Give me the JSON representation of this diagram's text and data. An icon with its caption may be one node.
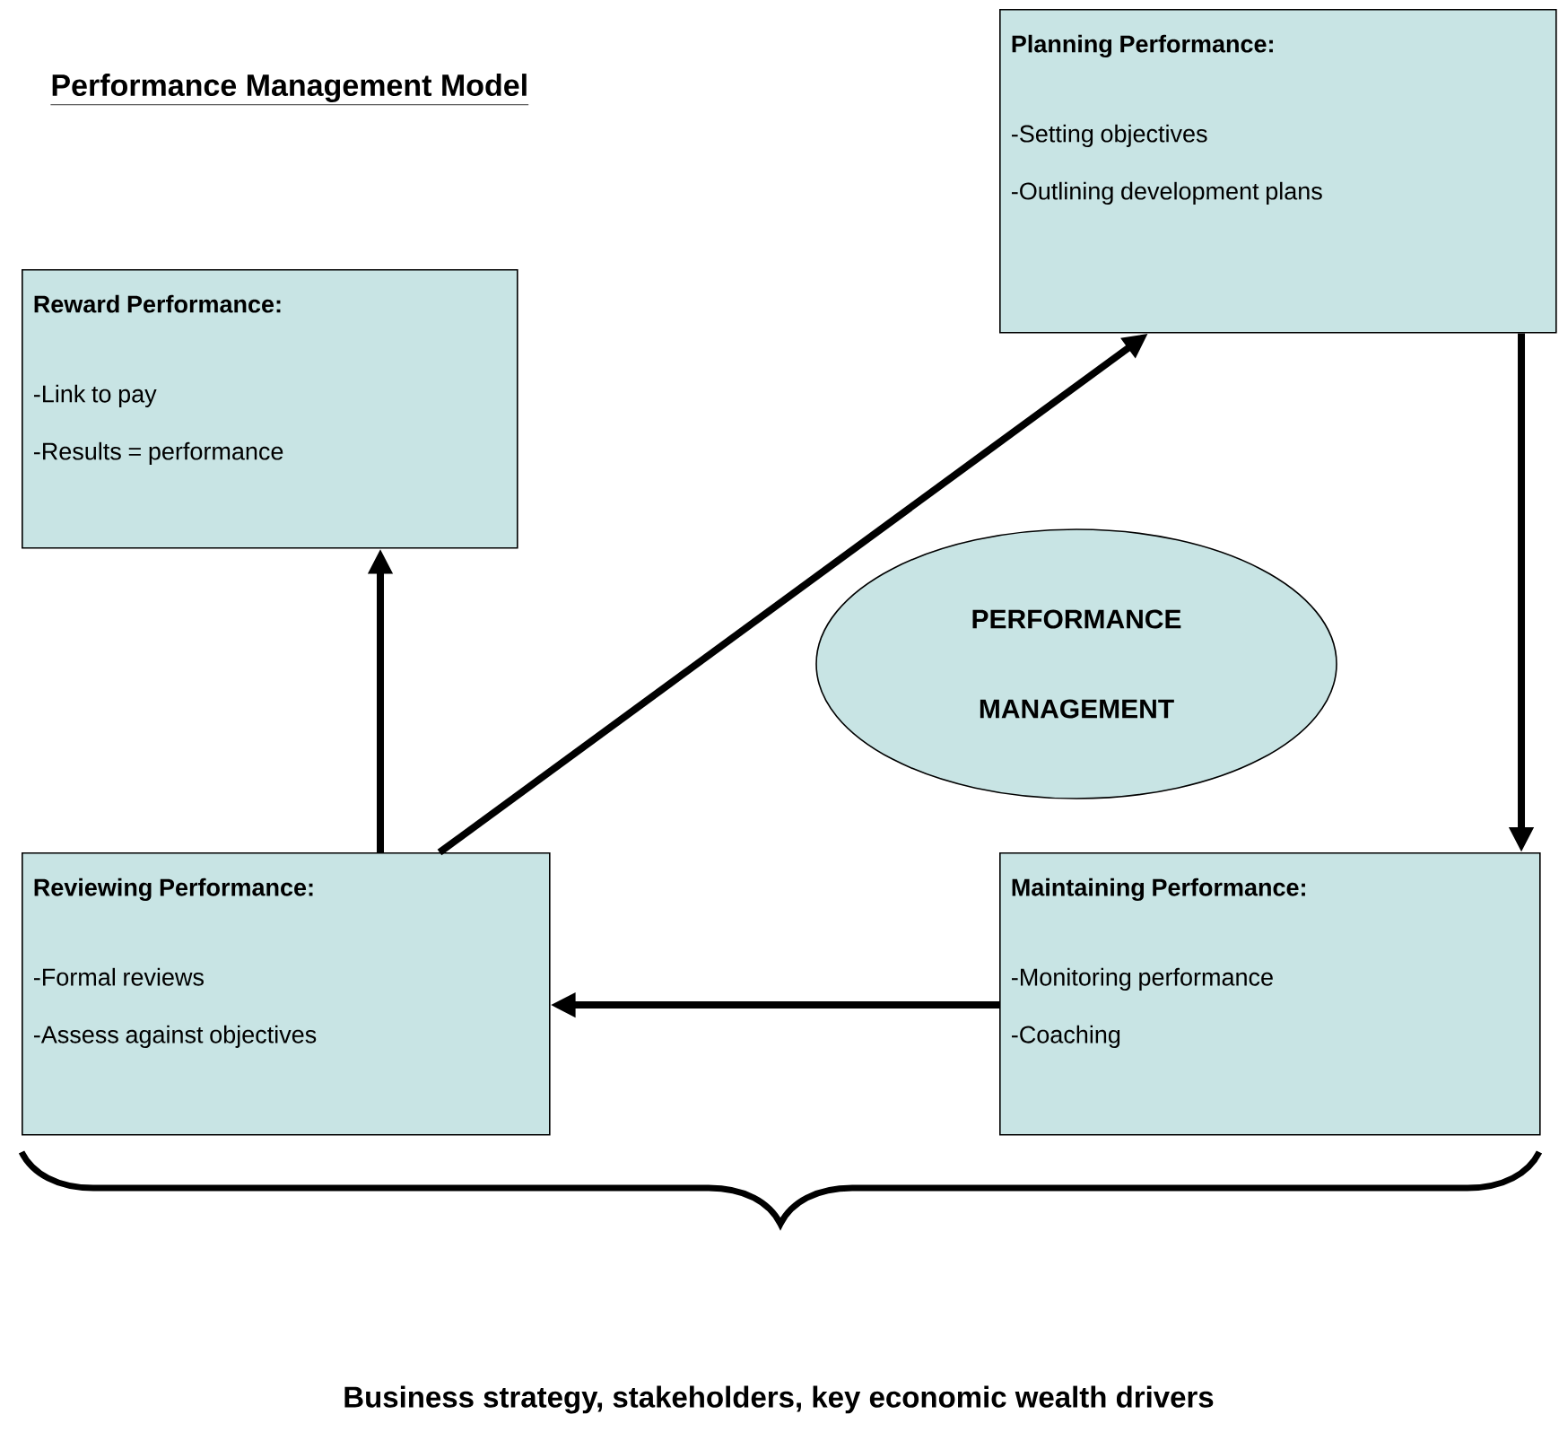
{
  "diagram": {
    "title": "Performance Management Model",
    "nodes": [
      {
        "text": [
          "Planning Performance:",
          "-Setting objectives",
          "-Outlining development plans"
        ]
      },
      {
        "text": [
          "Reward Performance:",
          "-Link to pay",
          "-Results = performance"
        ]
      },
      {
        "text": [
          "PERFORMANCE MANAGEMENT"
        ]
      },
      {
        "text": [
          "Reviewing Performance:",
          "-Formal reviews",
          "-Assess against objectives"
        ]
      },
      {
        "text": [
          "Maintaining Performance:",
          "-Monitoring performance",
          "-Coaching"
        ]
      }
    ],
    "edges": [
      {
        "from": 3,
        "to": 1,
        "arrow": "to"
      },
      {
        "from": 3,
        "to": 0,
        "arrow": "to"
      },
      {
        "from": 0,
        "to": 4,
        "arrow": "to"
      },
      {
        "from": 4,
        "to": 3,
        "arrow": "to"
      }
    ],
    "labels": [
      "Business strategy, stakeholders, key economic wealth drivers"
    ]
  }
}
